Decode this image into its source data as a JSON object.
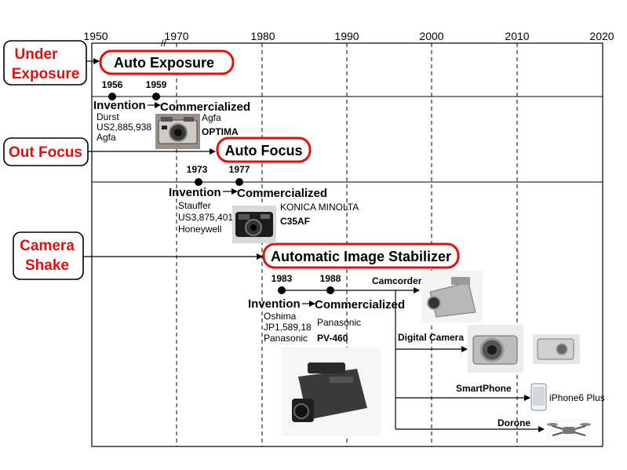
{
  "axis": {
    "years": [
      "1950",
      "1970",
      "1980",
      "1990",
      "2000",
      "2010",
      "2020"
    ],
    "break_mark": "//"
  },
  "problems": [
    "Under",
    "Exposure",
    "Out Focus",
    "Camera",
    "Shake"
  ],
  "techs": [
    "Auto Exposure",
    "Auto Focus",
    "Automatic Image Stabilizer"
  ],
  "ae": {
    "y1": "1956",
    "y2": "1959",
    "invention": "Invention",
    "commercialized": "Commercialized",
    "inventor": [
      "Durst",
      "US2,885,938",
      "Agfa"
    ],
    "product": [
      "Agfa",
      "OPTIMA"
    ]
  },
  "af": {
    "y1": "1973",
    "y2": "1977",
    "invention": "Invention",
    "commercialized": "Commercialized",
    "inventor": [
      "Stauffer",
      "US3,875,401",
      "Honeywell"
    ],
    "product": [
      "KONICA MINOLTA",
      "C35AF"
    ]
  },
  "ais": {
    "y1": "1983",
    "y2": "1988",
    "invention": "Invention",
    "commercialized": "Commercialized",
    "inventor": [
      "Oshima",
      "JP1,589,18",
      "Panasonic"
    ],
    "product": [
      "Panasonic",
      "PV-460"
    ]
  },
  "devices": [
    "Camcorder",
    "Digital Camera",
    "SmartPhone",
    "iPhone6 Plus",
    "Dorone"
  ]
}
